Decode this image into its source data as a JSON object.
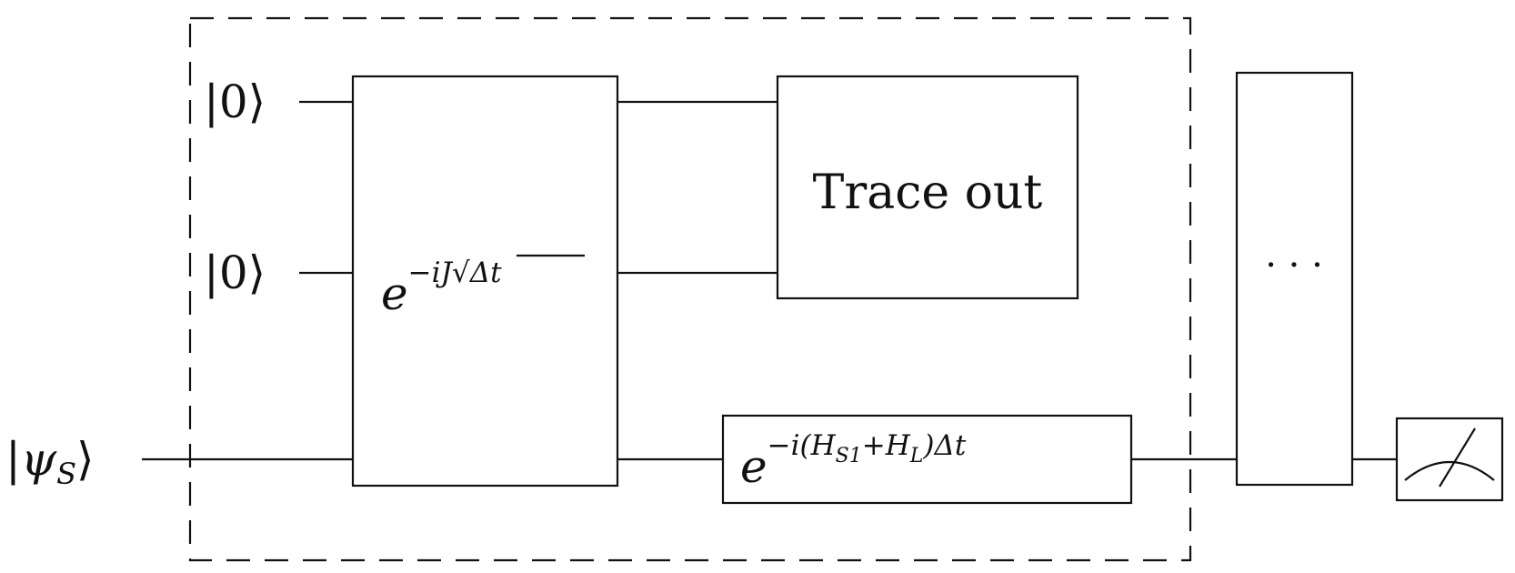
{
  "inputs": {
    "ancilla_1": "|0⟩",
    "ancilla_2": "|0⟩",
    "system": {
      "psi": "ψ",
      "sub": "S"
    }
  },
  "gates": {
    "interaction": {
      "base": "e",
      "exponent_prefix": "−iJ",
      "sqrt_arg": "Δt"
    },
    "trace_out": {
      "label": "Trace out"
    },
    "system_evolution": {
      "base": "e",
      "exponent_prefix": "−i(",
      "h1": "H",
      "h1_sub": "S1",
      "plus": "+",
      "h2": "H",
      "h2_sub": "L",
      "exponent_suffix": ")Δt"
    },
    "repeat": {
      "label": "· · ·"
    }
  },
  "measurement": {
    "name": "measurement"
  }
}
